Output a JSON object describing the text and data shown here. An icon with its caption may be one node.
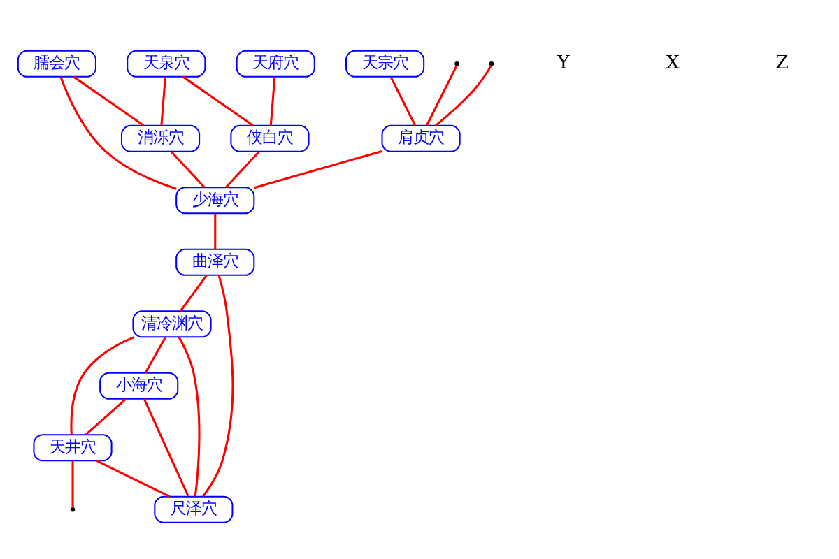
{
  "diagram": {
    "nodes": [
      {
        "text": [
          "臑会穴"
        ]
      },
      {
        "text": [
          "天泉穴"
        ]
      },
      {
        "text": [
          "天府穴"
        ]
      },
      {
        "text": [
          "消泺穴"
        ]
      },
      {
        "text": [
          "侠白穴"
        ]
      },
      {
        "text": [
          "天宗穴"
        ]
      },
      {
        "text": [
          "肩贞穴"
        ]
      },
      {
        "text": [
          "少海穴"
        ]
      },
      {
        "text": [
          "曲泽穴"
        ]
      },
      {
        "text": [
          "清冷渊穴"
        ]
      },
      {
        "text": [
          "小海穴"
        ]
      },
      {
        "text": [
          "尺泽穴"
        ]
      },
      {
        "text": [
          "天井穴"
        ]
      }
    ],
    "edges": [
      {
        "from": null,
        "to": 6,
        "arrow": "none"
      },
      {
        "from": null,
        "to": 6,
        "arrow": "none"
      },
      {
        "from": 5,
        "to": 6,
        "arrow": "none"
      },
      {
        "from": 6,
        "to": 7,
        "arrow": "none"
      },
      {
        "from": 0,
        "to": 7,
        "arrow": "none"
      },
      {
        "from": 0,
        "to": 3,
        "arrow": "none"
      },
      {
        "from": 1,
        "to": 3,
        "arrow": "none"
      },
      {
        "from": 1,
        "to": 4,
        "arrow": "none"
      },
      {
        "from": 2,
        "to": 4,
        "arrow": "none"
      },
      {
        "from": 3,
        "to": 7,
        "arrow": "none"
      },
      {
        "from": 4,
        "to": 7,
        "arrow": "none"
      },
      {
        "from": 7,
        "to": 8,
        "arrow": "none"
      },
      {
        "from": 8,
        "to": 9,
        "arrow": "none"
      },
      {
        "from": 8,
        "to": 11,
        "arrow": "none"
      },
      {
        "from": 9,
        "to": 10,
        "arrow": "none"
      },
      {
        "from": 9,
        "to": 11,
        "arrow": "none"
      },
      {
        "from": 9,
        "to": 12,
        "arrow": "none"
      },
      {
        "from": 10,
        "to": 11,
        "arrow": "none"
      },
      {
        "from": 10,
        "to": 12,
        "arrow": "none"
      },
      {
        "from": 12,
        "to": 11,
        "arrow": "none"
      },
      {
        "from": 12,
        "to": null,
        "arrow": "none"
      }
    ],
    "labels": [
      "Y",
      "X",
      "Z"
    ]
  }
}
